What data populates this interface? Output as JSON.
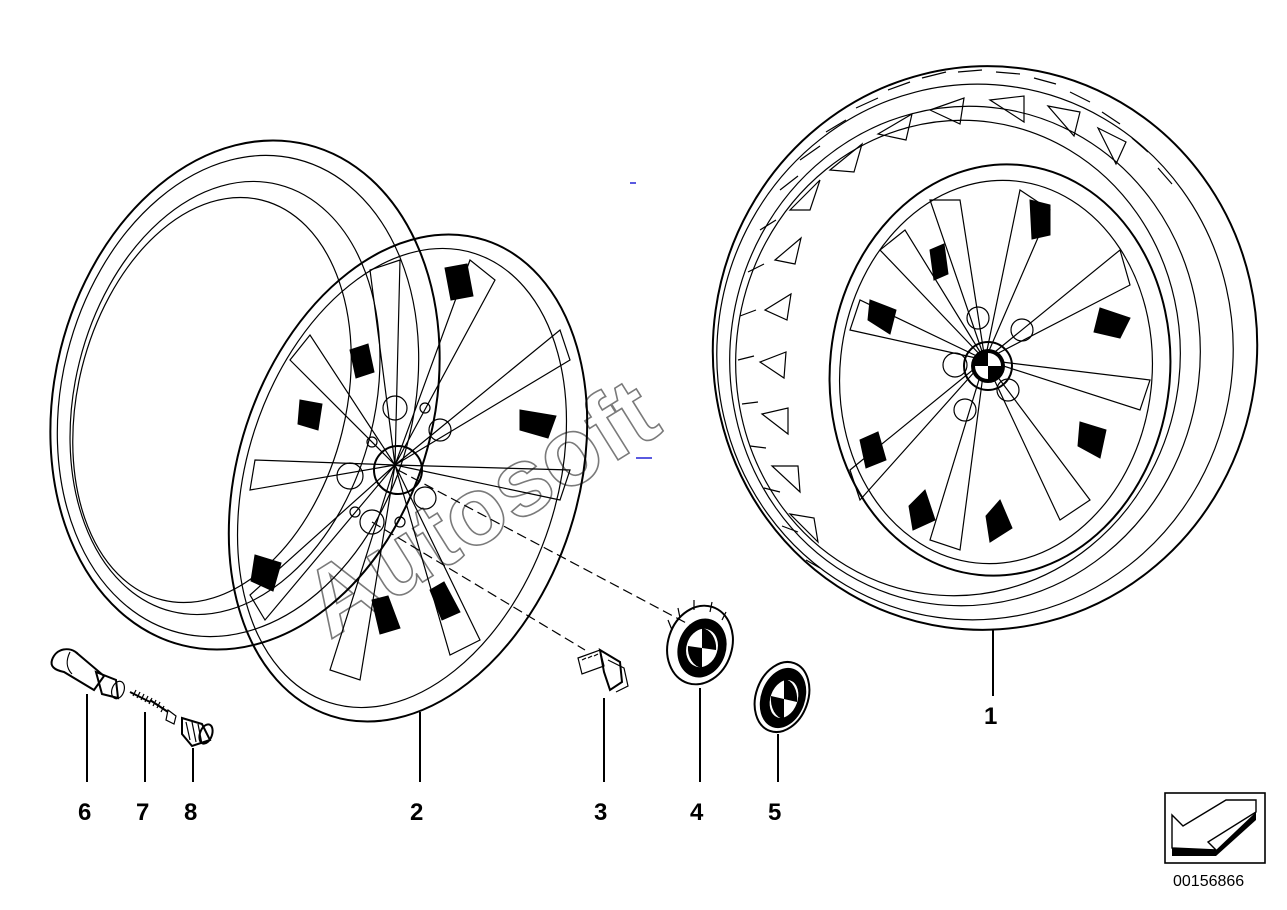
{
  "callouts": {
    "c1": "1",
    "c2": "2",
    "c3": "3",
    "c4": "4",
    "c5": "5",
    "c6": "6",
    "c7": "7",
    "c8": "8"
  },
  "reference_number": "00156866",
  "watermark_text": "Autosoft",
  "colors": {
    "line": "#000000",
    "watermark": "#7a7a7a",
    "accent_mark": "#5a5ae0"
  },
  "icons": {
    "wheel": "alloy-wheel-rim",
    "tire": "wheel-with-tire",
    "bolt": "wheel-bolt",
    "hub_cap": "hub-cap-emblem",
    "emblem": "roundel-emblem",
    "valve": "tire-valve",
    "valve_core": "valve-core",
    "valve_cap": "valve-cap",
    "nav": "orientation-arrow"
  }
}
